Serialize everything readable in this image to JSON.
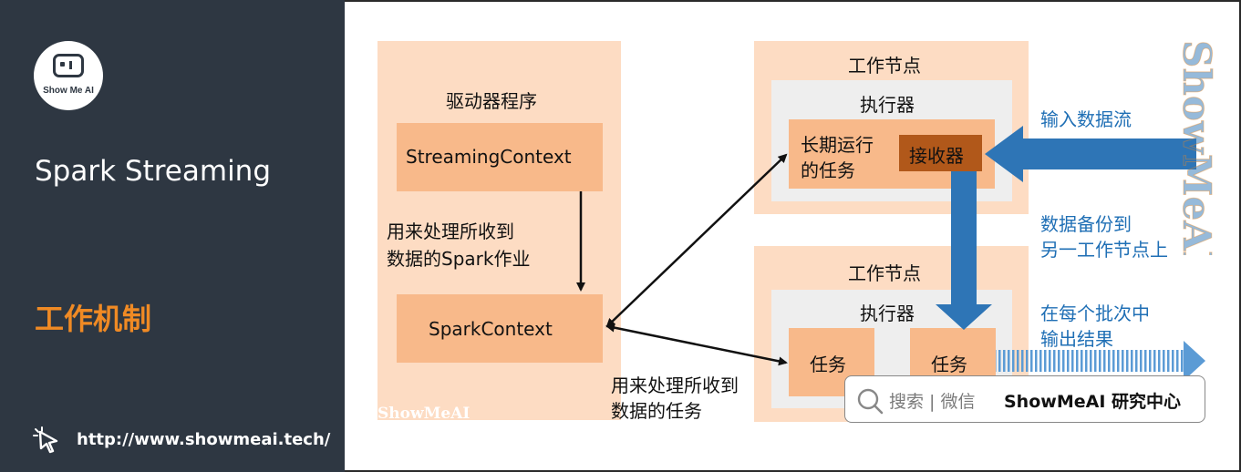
{
  "sidebar": {
    "logo_text": "Show Me AI",
    "topic": "Spark Streaming",
    "section": "工作机制",
    "url": "http://www.showmeai.tech/"
  },
  "diagram": {
    "driver_title": "驱动器程序",
    "streaming_context": "StreamingContext",
    "spark_context": "SparkContext",
    "driver_note_line1": "用来处理所收到",
    "driver_note_line2": "数据的Spark作业",
    "task_note_line1": "用来处理所收到",
    "task_note_line2": "数据的任务",
    "worker1_title": "工作节点",
    "worker1_executor": "执行器",
    "long_task_line1": "长期运行",
    "long_task_line2": "的任务",
    "receiver": "接收器",
    "worker2_title": "工作节点",
    "worker2_executor": "执行器",
    "task_a": "任务",
    "task_b": "任务",
    "input_stream": "输入数据流",
    "backup_line1": "数据备份到",
    "backup_line2": "另一工作节点上",
    "output_line1": "在每个批次中",
    "output_line2": "输出结果"
  },
  "watermarks": {
    "vertical": "ShowMeAI",
    "bottom": "ShowMeAI"
  },
  "search_bar": {
    "placeholder": "搜索 | 微信",
    "brand": "ShowMeAI 研究中心"
  },
  "colors": {
    "sidebar_bg": "#2e3742",
    "section_accent": "#f08a24",
    "box_peach": "#fddcc3",
    "box_orange": "#f8b98a",
    "receiver_brown": "#b1581a",
    "arrow_blue": "#2e75b6",
    "text_blue": "#1f6fb5"
  }
}
